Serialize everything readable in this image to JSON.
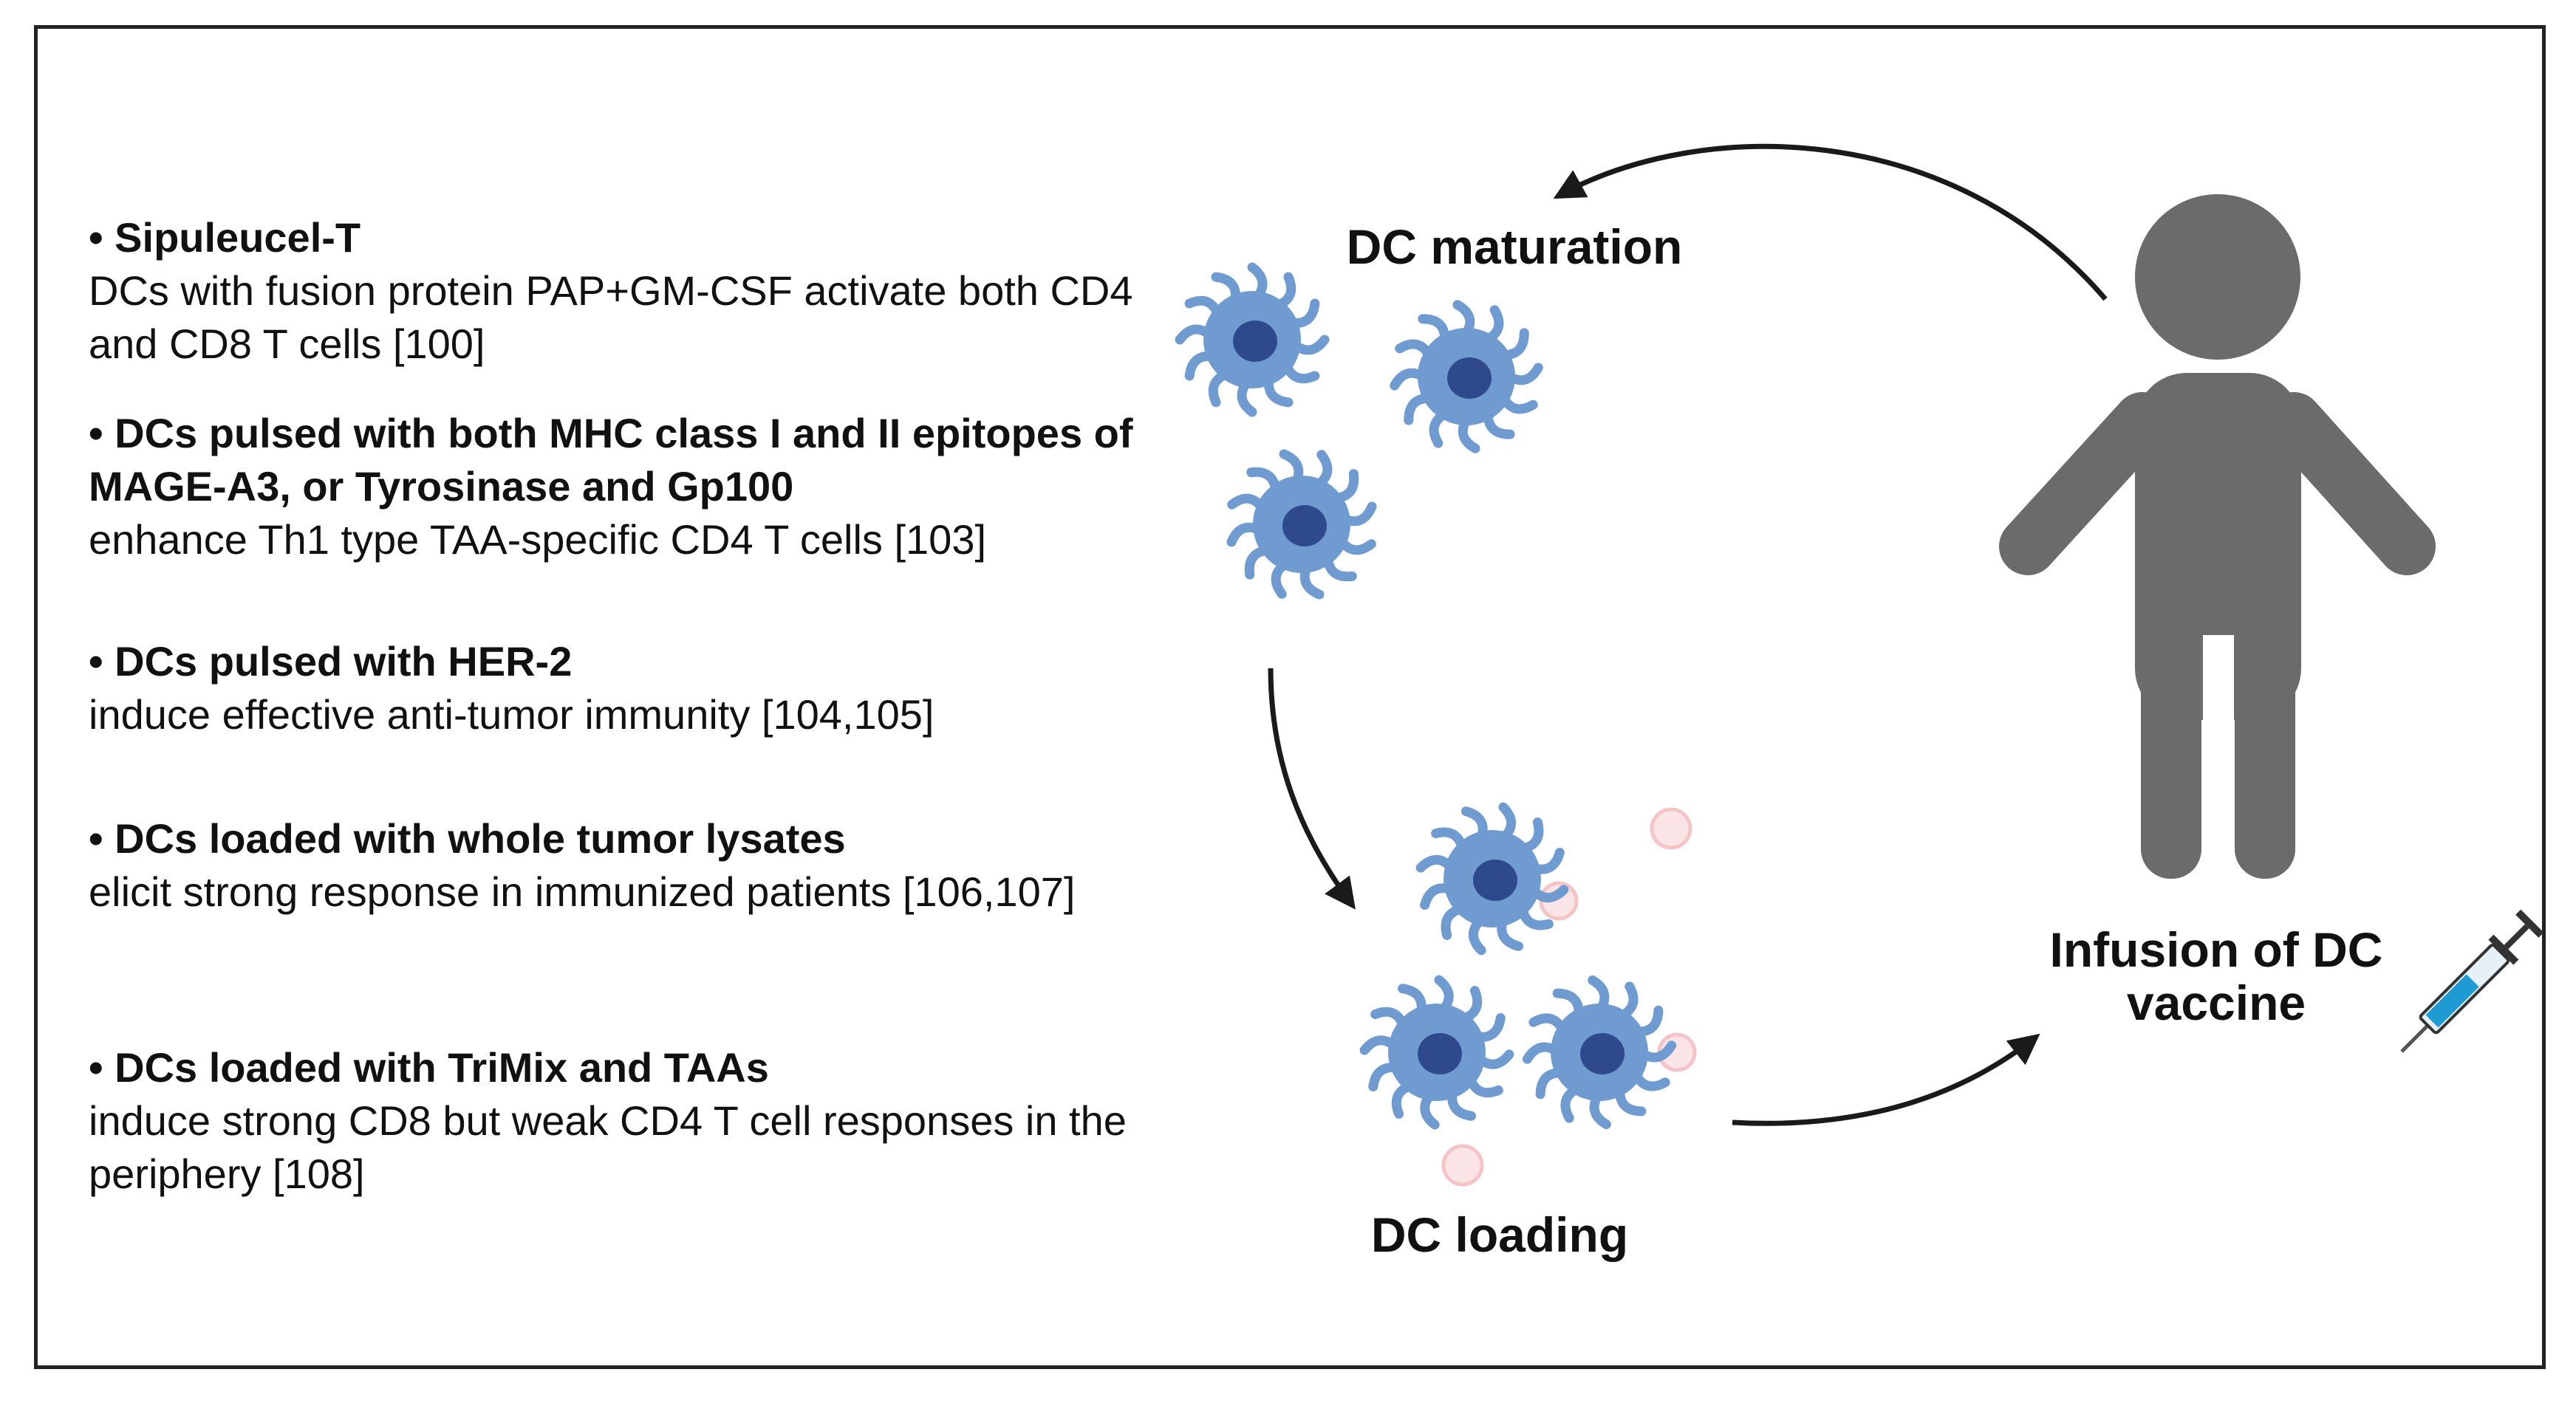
{
  "items": [
    {
      "head": "• Sipuleucel-T",
      "desc": "DCs with fusion protein PAP+GM-CSF activate both CD4 and CD8 T cells [100]"
    },
    {
      "head": "• DCs pulsed with both MHC class I and II epitopes of MAGE-A3, or Tyrosinase and Gp100",
      "desc": "enhance Th1 type TAA-specific CD4 T cells [103]"
    },
    {
      "head": "• DCs pulsed with HER-2",
      "desc": "induce effective anti-tumor immunity [104,105]"
    },
    {
      "head": "• DCs loaded with whole tumor lysates",
      "desc": "elicit strong response in immunized patients [106,107]"
    },
    {
      "head": "• DCs loaded with TriMix and TAAs",
      "desc": "induce strong CD8 but weak CD4 T cell responses in the periphery [108]"
    }
  ],
  "labels": {
    "maturation": "DC maturation",
    "loading": "DC loading",
    "infusion": "Infusion of DC vaccine"
  },
  "colors": {
    "dc_cell": "#6f9bd1",
    "dc_nucleus": "#2f4a8c",
    "person": "#6b6b6b",
    "antigen": "#f4c4c6",
    "arrow": "#1a1a1a"
  },
  "icons": [
    "dendritic-cell-icon",
    "person-icon",
    "syringe-icon",
    "antigen-particle-icon"
  ]
}
